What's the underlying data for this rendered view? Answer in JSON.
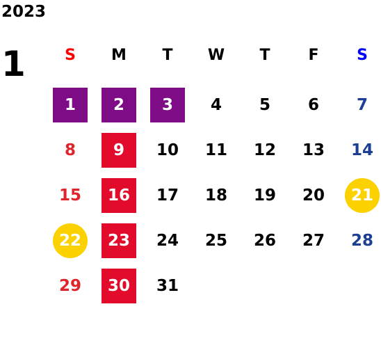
{
  "year": "2023",
  "month": "1",
  "weekdays": [
    {
      "label": "S",
      "color": "#ff0000"
    },
    {
      "label": "M",
      "color": "#000000"
    },
    {
      "label": "T",
      "color": "#000000"
    },
    {
      "label": "W",
      "color": "#000000"
    },
    {
      "label": "T",
      "color": "#000000"
    },
    {
      "label": "F",
      "color": "#000000"
    },
    {
      "label": "S",
      "color": "#0000ff"
    }
  ],
  "colors": {
    "purple": "#7d0c86",
    "red": "#e30b2b",
    "gold": "#fbd200",
    "sunday_text": "#e0242c",
    "saturday_text": "#1c3f94"
  },
  "weeks": [
    [
      {
        "day": "1",
        "style": "purple"
      },
      {
        "day": "2",
        "style": "purple"
      },
      {
        "day": "3",
        "style": "purple"
      },
      {
        "day": "4",
        "style": "plain"
      },
      {
        "day": "5",
        "style": "plain"
      },
      {
        "day": "6",
        "style": "plain"
      },
      {
        "day": "7",
        "style": "sat"
      }
    ],
    [
      {
        "day": "8",
        "style": "sun"
      },
      {
        "day": "9",
        "style": "red"
      },
      {
        "day": "10",
        "style": "plain"
      },
      {
        "day": "11",
        "style": "plain"
      },
      {
        "day": "12",
        "style": "plain"
      },
      {
        "day": "13",
        "style": "plain"
      },
      {
        "day": "14",
        "style": "sat"
      }
    ],
    [
      {
        "day": "15",
        "style": "sun"
      },
      {
        "day": "16",
        "style": "red"
      },
      {
        "day": "17",
        "style": "plain"
      },
      {
        "day": "18",
        "style": "plain"
      },
      {
        "day": "19",
        "style": "plain"
      },
      {
        "day": "20",
        "style": "plain"
      },
      {
        "day": "21",
        "style": "gold"
      }
    ],
    [
      {
        "day": "22",
        "style": "gold"
      },
      {
        "day": "23",
        "style": "red"
      },
      {
        "day": "24",
        "style": "plain"
      },
      {
        "day": "25",
        "style": "plain"
      },
      {
        "day": "26",
        "style": "plain"
      },
      {
        "day": "27",
        "style": "plain"
      },
      {
        "day": "28",
        "style": "sat"
      }
    ],
    [
      {
        "day": "29",
        "style": "sun"
      },
      {
        "day": "30",
        "style": "red"
      },
      {
        "day": "31",
        "style": "plain"
      }
    ]
  ]
}
